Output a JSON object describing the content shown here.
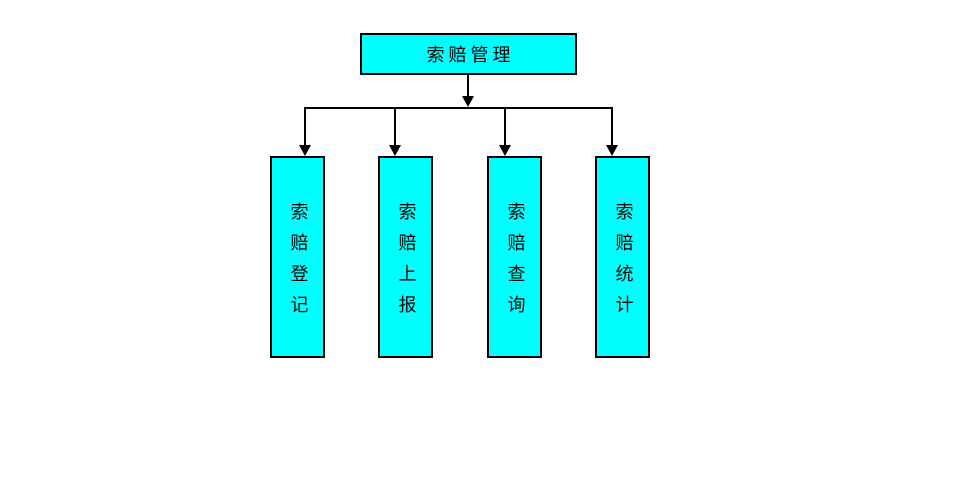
{
  "diagram": {
    "type": "flowchart",
    "root": {
      "label": "索赔管理"
    },
    "children": [
      {
        "label": "索赔登记"
      },
      {
        "label": "索赔上报"
      },
      {
        "label": "索赔查询"
      },
      {
        "label": "索赔统计"
      }
    ],
    "colors": {
      "box_fill": "#00FFFF",
      "box_border": "#000000",
      "line": "#000000",
      "text": "#000000",
      "background": "#FFFFFF"
    }
  }
}
